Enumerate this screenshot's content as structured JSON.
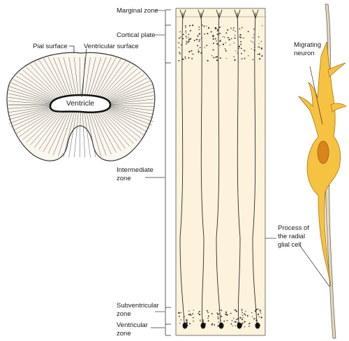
{
  "labels": {
    "pial_surface": "Pial surface",
    "ventricular_surface": "Ventricular surface",
    "ventricle": "Ventricle",
    "marginal_zone": "Marginal zone",
    "cortical_plate": "Cortical plate",
    "intermediate_zone_line1": "Intermediate",
    "intermediate_zone_line2": "zone",
    "subventricular_zone_line1": "Subventricular",
    "subventricular_zone_line2": "zone",
    "ventricular_zone_line1": "Ventricular",
    "ventricular_zone_line2": "zone",
    "migrating_neuron_line1": "Migrating",
    "migrating_neuron_line2": "neuron",
    "radial_glia_line1": "Process of",
    "radial_glia_line2": "the radial",
    "radial_glia_line3": "glial cell"
  },
  "colors": {
    "tissue_fill": "#fdf3dc",
    "column_line": "#2b2b2b",
    "neuron_fill": "#f5c242",
    "neuron_nucleus": "#d9851c",
    "glia_fill": "#e8dcc0",
    "brain_outline": "#333333"
  }
}
